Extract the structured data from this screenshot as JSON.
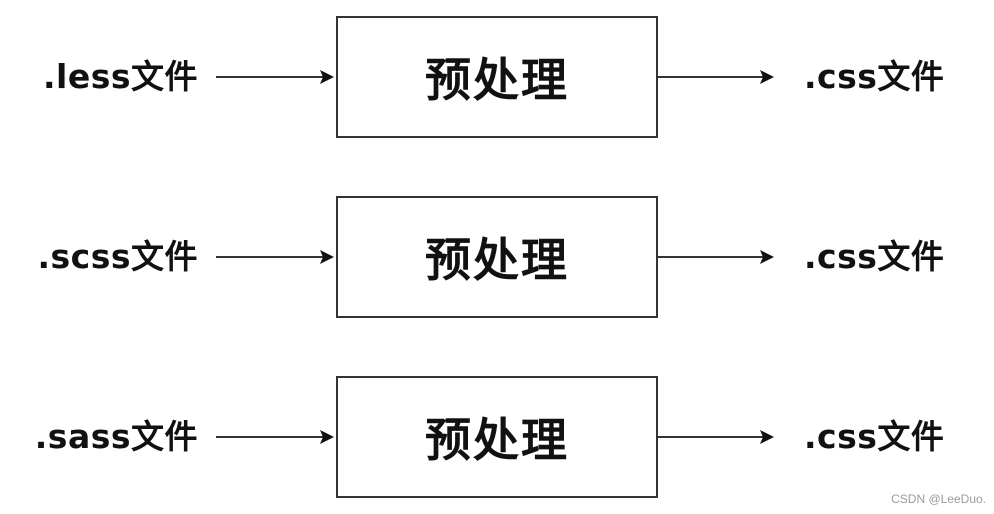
{
  "rows": [
    {
      "input": ".less文件",
      "process": "预处理",
      "output": ".css文件"
    },
    {
      "input": ".scss文件",
      "process": "预处理",
      "output": ".css文件"
    },
    {
      "input": ".sass文件",
      "process": "预处理",
      "output": ".css文件"
    }
  ],
  "watermark": "CSDN @LeeDuo.",
  "colors": {
    "stroke": "#333333",
    "text": "#111111",
    "watermark": "#9a9a9a"
  }
}
